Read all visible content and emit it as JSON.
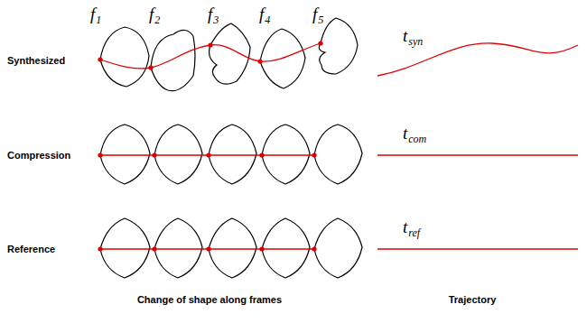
{
  "diagram": {
    "labels": [
      "f",
      "1",
      "f",
      "2",
      "f",
      "3",
      "f",
      "4",
      "f",
      "5",
      "Synthesized",
      "t",
      "syn",
      "Compression",
      "t",
      "com",
      "Reference",
      "t",
      "ref",
      "Change of shape along frames",
      "Trajectory"
    ]
  }
}
